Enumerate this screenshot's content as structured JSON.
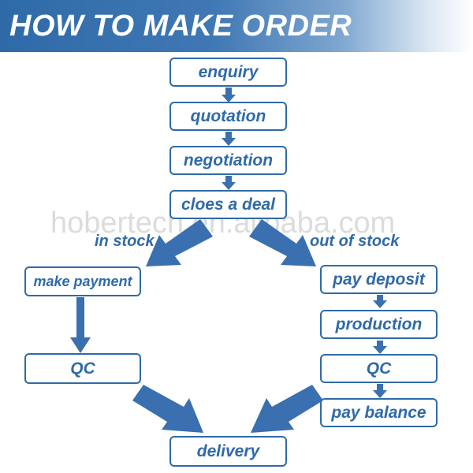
{
  "header": {
    "title": "HOW TO MAKE ORDER"
  },
  "watermark": "hobertech.en.alibaba.com",
  "colors": {
    "primary": "#2f6aa8",
    "background": "#ffffff"
  },
  "steps": {
    "enquiry": "enquiry",
    "quotation": "quotation",
    "negotiation": "negotiation",
    "close_deal": "cloes a deal",
    "make_payment": "make payment",
    "qc_left": "QC",
    "pay_deposit": "pay deposit",
    "production": "production",
    "qc_right": "QC",
    "pay_balance": "pay balance",
    "delivery": "delivery"
  },
  "branches": {
    "left": "in stock",
    "right": "out of stock"
  }
}
